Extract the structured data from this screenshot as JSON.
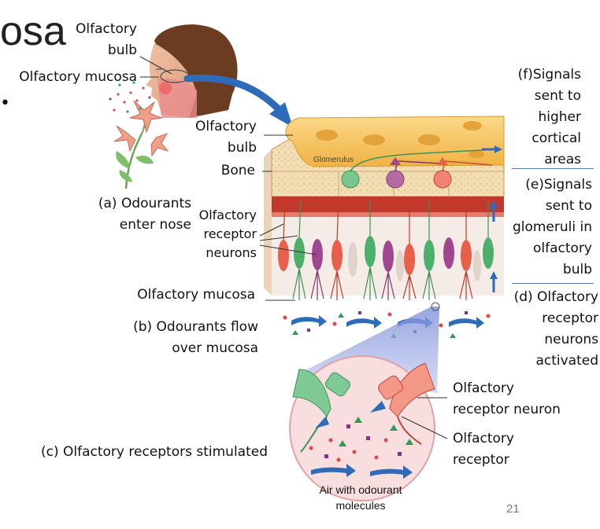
{
  "slide": {
    "title_fragment": "osa",
    "bullet_fragment": "•",
    "page_number": "21"
  },
  "labels": {
    "head_olfactory_bulb": [
      "Olfactory",
      "bulb"
    ],
    "head_olfactory_mucosa": "Olfactory mucosa",
    "bulb": [
      "Olfactory",
      "bulb"
    ],
    "bone": "Bone",
    "a": [
      "(a) Odourants",
      "enter nose"
    ],
    "receptor_neurons": [
      "Olfactory",
      "receptor",
      "neurons"
    ],
    "mucosa": "Olfactory mucosa",
    "b": [
      "(b) Odourants flow",
      "over mucosa"
    ],
    "c": "(c) Olfactory receptors stimulated",
    "f": [
      "(f)Signals",
      "sent to",
      "higher",
      "cortical",
      "areas"
    ],
    "e": [
      "(e)Signals",
      "sent to",
      "glomeruli in",
      "olfactory",
      "bulb"
    ],
    "d": [
      "(d) Olfactory",
      "receptor",
      "neurons",
      "activated"
    ],
    "zoom_neuron": [
      "Olfactory",
      "receptor neuron"
    ],
    "zoom_receptor": [
      "Olfactory",
      "receptor"
    ],
    "glomerulus": "Glomerulus",
    "air": [
      "Air with odourant",
      "molecules"
    ]
  },
  "colors": {
    "bulb": "#f6c455",
    "bone": "#f2dcb0",
    "mucosa_red": "#c0392b",
    "neuron_green": "#4caf6a",
    "neuron_red": "#e8604c",
    "neuron_purple": "#a0458f",
    "arrow_blue": "#2e6bb8",
    "zoom_bg": "#f8dede"
  }
}
